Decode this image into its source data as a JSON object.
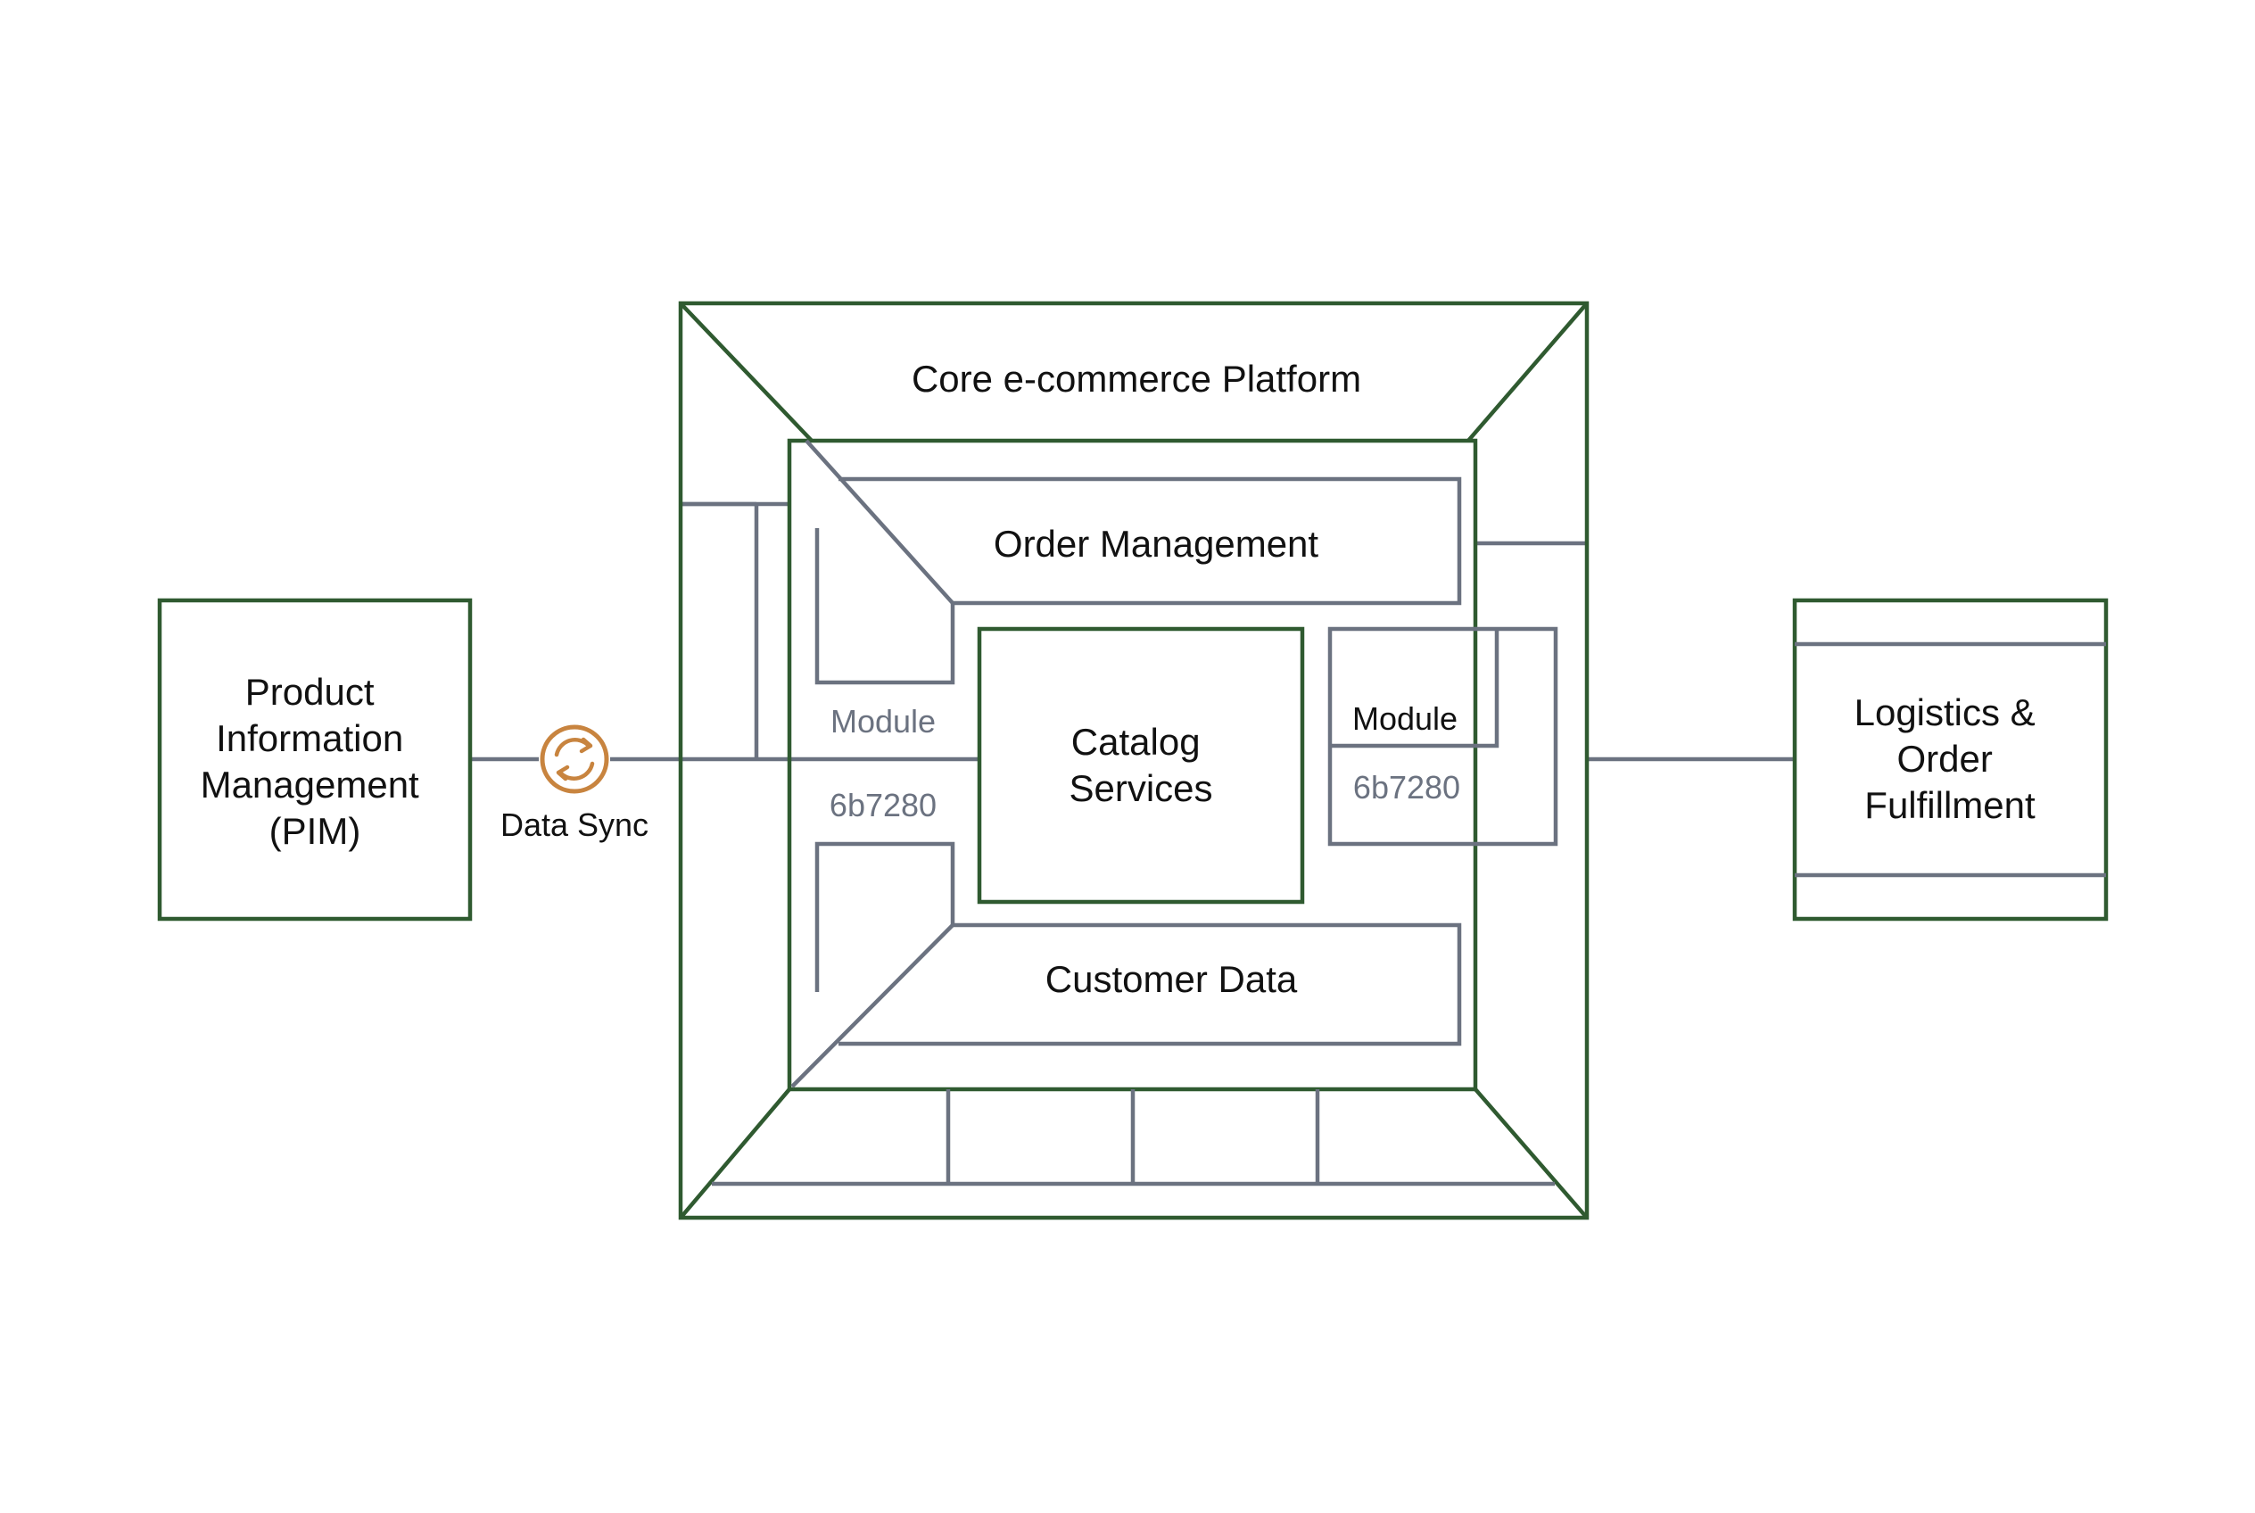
{
  "colors": {
    "container_stroke": "#2f5a30",
    "module_stroke": "#6b7280",
    "sync_accent": "#c8843f",
    "text": "#111111",
    "muted_text": "#6b7280"
  },
  "pim": {
    "lines": [
      "Product",
      "Information",
      "Management",
      "(PIM)"
    ]
  },
  "sync": {
    "label": "Data Sync",
    "icon": "sync-icon"
  },
  "platform": {
    "title": "Core e-commerce Platform"
  },
  "order_management": {
    "label": "Order Management"
  },
  "catalog_services": {
    "lines": [
      "Catalog",
      "Services"
    ]
  },
  "customer_data": {
    "label": "Customer Data"
  },
  "left_module": {
    "label": "Module",
    "code": "6b7280"
  },
  "right_module": {
    "label": "Module",
    "code": "6b7280"
  },
  "logistics": {
    "lines": [
      "Logistics &",
      "Order",
      "Fulfillment"
    ]
  }
}
